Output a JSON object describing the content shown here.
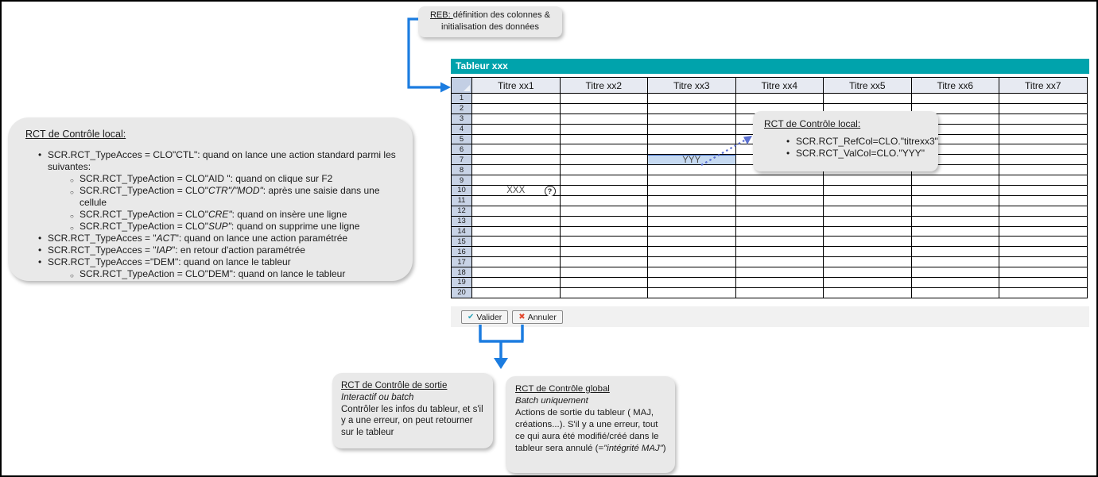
{
  "colors": {
    "titlebar_teal": "#00A3AC",
    "arrow_blue": "#1B7CE0",
    "dotted_arrow_blue": "#5A6FD0",
    "highlight_cell_blue": "#C5D9F1",
    "callout_gray": "#E9E9E9",
    "header_bg": "#E7EAF2",
    "row_header_bg": "#C8D3E6",
    "valider_check": "#2AA3B8",
    "annuler_x": "#E2492F"
  },
  "callouts": {
    "reb": {
      "segments": [
        {
          "t": "REB: ",
          "u": true
        },
        {
          "t": "définition des colonnes & initialisation des données"
        }
      ]
    },
    "local_left": {
      "title": "RCT de Contrôle local: ",
      "lines": [
        {
          "level": 1,
          "segments": [
            {
              "t": "SCR.RCT_TypeAcces = CLO\"CTL\": quand on lance une action standard parmi les suivantes:"
            }
          ]
        },
        {
          "level": 2,
          "segments": [
            {
              "t": "SCR.RCT_TypeAction = CLO\"AID \": quand on clique sur F2"
            }
          ]
        },
        {
          "level": 2,
          "segments": [
            {
              "t": "SCR.RCT_TypeAction = CLO\""
            },
            {
              "t": "CTR\"/\"MOD\"",
              "i": true
            },
            {
              "t": ": après une saisie dans une cellule"
            }
          ]
        },
        {
          "level": 2,
          "segments": [
            {
              "t": "SCR.RCT_TypeAction = CLO\""
            },
            {
              "t": "CRE\"",
              "i": true
            },
            {
              "t": ": quand on insère une ligne"
            }
          ]
        },
        {
          "level": 2,
          "segments": [
            {
              "t": "SCR.RCT_TypeAction = CLO\""
            },
            {
              "t": "SUP\"",
              "i": true
            },
            {
              "t": ": quand on supprime une ligne"
            }
          ]
        },
        {
          "level": 1,
          "segments": [
            {
              "t": "SCR.RCT_TypeAcces = \""
            },
            {
              "t": "ACT",
              "i": true
            },
            {
              "t": "\": quand on lance une action paramétrée"
            }
          ]
        },
        {
          "level": 1,
          "segments": [
            {
              "t": "SCR.RCT_TypeAcces = \""
            },
            {
              "t": "IAP",
              "i": true
            },
            {
              "t": "\": en retour d'action paramétrée"
            }
          ]
        },
        {
          "level": 1,
          "segments": [
            {
              "t": "SCR.RCT_TypeAcces =\"DEM\": quand on lance le tableur"
            }
          ]
        },
        {
          "level": 2,
          "segments": [
            {
              "t": "SCR.RCT_TypeAction = CLO\"DEM\": quand on lance le tableur"
            }
          ]
        }
      ]
    },
    "local_right": {
      "title": "RCT de Contrôle local: ",
      "bullets": [
        "SCR.RCT_RefCol=CLO.\"titrexx3\"",
        "SCR.RCT_ValCol=CLO.\"YYY\""
      ]
    },
    "sortie": {
      "title": "RCT de Contrôle de sortie",
      "subtitle": "Interactif ou batch",
      "body": "Contrôler les infos du tableur, et s'il y a une erreur, on peut retourner sur le tableur"
    },
    "global": {
      "title": "RCT de Contrôle global",
      "subtitle": "Batch uniquement",
      "body_segments": [
        {
          "t": "Actions de sortie du tableur ( MAJ, créations...). S'il y a une erreur, tout ce qui aura été modifié/créé dans le tableur sera annulé (="
        },
        {
          "t": "\"intégrité MAJ\"",
          "i": true
        },
        {
          "t": ")"
        }
      ]
    }
  },
  "spreadsheet": {
    "title": "Tableur xxx",
    "columns": [
      "Titre xx1",
      "Titre xx2",
      "Titre xx3",
      "Titre xx4",
      "Titre xx5",
      "Titre xx6",
      "Titre xx7"
    ],
    "row_labels": [
      "1",
      "2",
      "3",
      "4",
      "5",
      "6",
      "7",
      "8",
      "9",
      "10",
      "11",
      "12",
      "13",
      "14",
      "15",
      "16",
      "17",
      "18",
      "19",
      "20"
    ],
    "cells": [
      {
        "row": 7,
        "col": 3,
        "value": "YYY",
        "style": "highlight"
      },
      {
        "row": 10,
        "col": 1,
        "value": "XXX",
        "icon": "question"
      }
    ],
    "help_icon_glyph": "?",
    "buttons": [
      {
        "label": "Valider",
        "icon": "check",
        "glyph": "✔"
      },
      {
        "label": "Annuler",
        "icon": "x",
        "glyph": "✖"
      }
    ]
  }
}
